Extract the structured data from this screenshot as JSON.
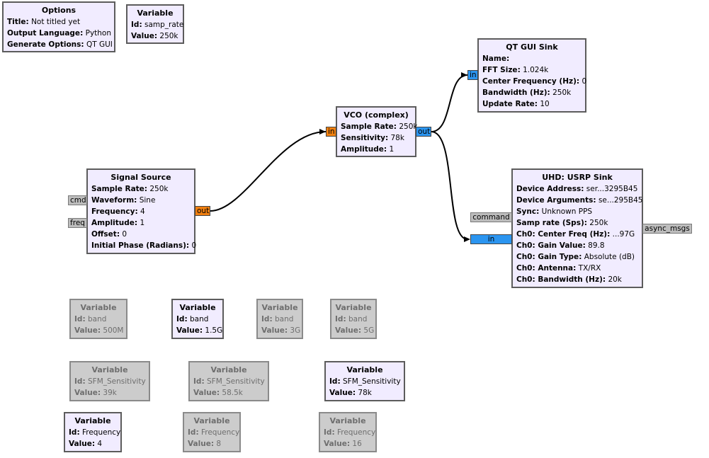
{
  "blocks": {
    "options": {
      "title": "Options",
      "rows": [
        {
          "k": "Title",
          "v": "Not titled yet"
        },
        {
          "k": "Output Language",
          "v": "Python"
        },
        {
          "k": "Generate Options",
          "v": "QT GUI"
        }
      ]
    },
    "var_samp_rate": {
      "title": "Variable",
      "rows": [
        {
          "k": "Id",
          "v": "samp_rate"
        },
        {
          "k": "Value",
          "v": "250k"
        }
      ]
    },
    "qt_gui_sink": {
      "title": "QT GUI Sink",
      "rows": [
        {
          "k": "Name",
          "v": ""
        },
        {
          "k": "FFT Size",
          "v": "1.024k"
        },
        {
          "k": "Center Frequency (Hz)",
          "v": "0"
        },
        {
          "k": "Bandwidth (Hz)",
          "v": "250k"
        },
        {
          "k": "Update Rate",
          "v": "10"
        }
      ]
    },
    "vco": {
      "title": "VCO (complex)",
      "rows": [
        {
          "k": "Sample Rate",
          "v": "250k"
        },
        {
          "k": "Sensitivity",
          "v": "78k"
        },
        {
          "k": "Amplitude",
          "v": "1"
        }
      ]
    },
    "signal_source": {
      "title": "Signal Source",
      "rows": [
        {
          "k": "Sample Rate",
          "v": "250k"
        },
        {
          "k": "Waveform",
          "v": "Sine"
        },
        {
          "k": "Frequency",
          "v": "4"
        },
        {
          "k": "Amplitude",
          "v": "1"
        },
        {
          "k": "Offset",
          "v": "0"
        },
        {
          "k": "Initial Phase (Radians)",
          "v": "0"
        }
      ]
    },
    "usrp_sink": {
      "title": "UHD: USRP Sink",
      "rows": [
        {
          "k": "Device Address",
          "v": "ser...3295B45"
        },
        {
          "k": "Device Arguments",
          "v": "se...295B45"
        },
        {
          "k": "Sync",
          "v": "Unknown PPS"
        },
        {
          "k": "Samp rate (Sps)",
          "v": "250k"
        },
        {
          "k": "Ch0: Center Freq (Hz)",
          "v": "...97G"
        },
        {
          "k": "Ch0: Gain Value",
          "v": "89.8"
        },
        {
          "k": "Ch0: Gain Type",
          "v": "Absolute (dB)"
        },
        {
          "k": "Ch0: Antenna",
          "v": "TX/RX"
        },
        {
          "k": "Ch0: Bandwidth (Hz)",
          "v": "20k"
        }
      ]
    },
    "var_band_500m": {
      "title": "Variable",
      "rows": [
        {
          "k": "Id",
          "v": "band"
        },
        {
          "k": "Value",
          "v": "500M"
        }
      ]
    },
    "var_band_15g": {
      "title": "Variable",
      "rows": [
        {
          "k": "Id",
          "v": "band"
        },
        {
          "k": "Value",
          "v": "1.5G"
        }
      ]
    },
    "var_band_3g": {
      "title": "Variable",
      "rows": [
        {
          "k": "Id",
          "v": "band"
        },
        {
          "k": "Value",
          "v": "3G"
        }
      ]
    },
    "var_band_5g": {
      "title": "Variable",
      "rows": [
        {
          "k": "Id",
          "v": "band"
        },
        {
          "k": "Value",
          "v": "5G"
        }
      ]
    },
    "var_sfm_39k": {
      "title": "Variable",
      "rows": [
        {
          "k": "Id",
          "v": "SFM_Sensitivity"
        },
        {
          "k": "Value",
          "v": "39k"
        }
      ]
    },
    "var_sfm_585k": {
      "title": "Variable",
      "rows": [
        {
          "k": "Id",
          "v": "SFM_Sensitivity"
        },
        {
          "k": "Value",
          "v": "58.5k"
        }
      ]
    },
    "var_sfm_78k": {
      "title": "Variable",
      "rows": [
        {
          "k": "Id",
          "v": "SFM_Sensitivity"
        },
        {
          "k": "Value",
          "v": "78k"
        }
      ]
    },
    "var_freq_4": {
      "title": "Variable",
      "rows": [
        {
          "k": "Id",
          "v": "Frequency"
        },
        {
          "k": "Value",
          "v": "4"
        }
      ]
    },
    "var_freq_8": {
      "title": "Variable",
      "rows": [
        {
          "k": "Id",
          "v": "Frequency"
        },
        {
          "k": "Value",
          "v": "8"
        }
      ]
    },
    "var_freq_16": {
      "title": "Variable",
      "rows": [
        {
          "k": "Id",
          "v": "Frequency"
        },
        {
          "k": "Value",
          "v": "16"
        }
      ]
    }
  },
  "ports": {
    "ss_cmd": "cmd",
    "ss_freq": "freq",
    "ss_out": "out",
    "vco_in": "in",
    "vco_out": "out",
    "qt_in": "in",
    "usrp_command": "command",
    "usrp_in": "in",
    "usrp_async": "async_msgs"
  },
  "colors": {
    "block_bg": "#f1ecff",
    "disabled_bg": "#cccccc",
    "complex_port": "#f07f0f",
    "float_port": "#2b95f0",
    "message_port": "#bdbdbd"
  }
}
